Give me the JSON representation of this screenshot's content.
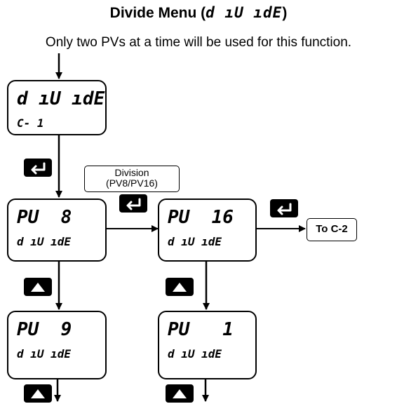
{
  "title": {
    "text": "Divide Menu (",
    "display": "d ıU ıdE",
    "close": ")"
  },
  "subtitle": "Only two PVs at a time will be used for this function.",
  "screens": {
    "divide": {
      "line1": "d ıU ıdE",
      "line2": "C- 1"
    },
    "pv8": {
      "line1": "PU  8",
      "line2": "d ıU ıdE"
    },
    "pv16": {
      "line1": "PU  16",
      "line2": "d ıU ıdE"
    },
    "pv9": {
      "line1": "PU  9",
      "line2": "d ıU ıdE"
    },
    "pv1": {
      "line1": "PU   1",
      "line2": "d ıU ıdE"
    }
  },
  "division_label": {
    "line1": "Division",
    "line2": "(PV8/PV16)"
  },
  "next_label": "To C-2",
  "icons": {
    "enter": "enter-key-icon",
    "up": "up-arrow-key-icon"
  }
}
